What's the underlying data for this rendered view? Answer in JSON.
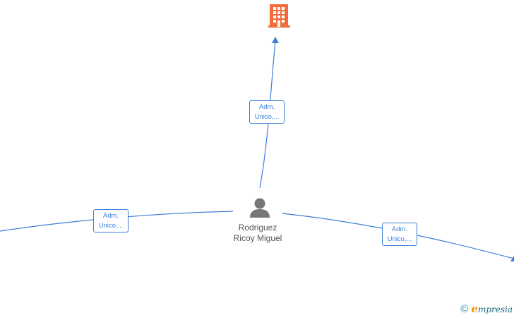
{
  "company_node": {
    "icon": "building-icon",
    "color": "#f26b3a"
  },
  "person_node": {
    "icon": "person-icon",
    "color": "#777777",
    "name_line1": "Rodriguez",
    "name_line2": "Ricoy Miguel"
  },
  "edges": [
    {
      "label_line1": "Adm.",
      "label_line2": "Unico,..."
    },
    {
      "label_line1": "Adm.",
      "label_line2": "Unico,..."
    },
    {
      "label_line1": "Adm.",
      "label_line2": "Unico,..."
    }
  ],
  "footer": {
    "symbol": "©",
    "brand_initial": "e",
    "brand_rest": "mpresia"
  },
  "colors": {
    "edge": "#3b7dd8",
    "brand_initial": "#f39200",
    "brand_text": "#1a6a80"
  }
}
